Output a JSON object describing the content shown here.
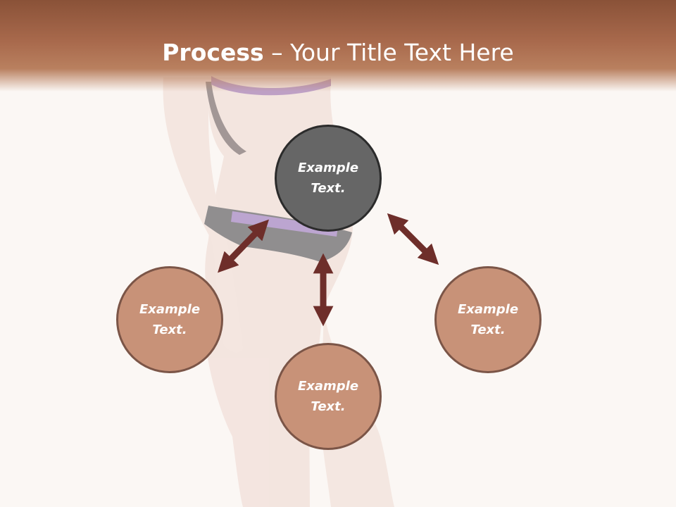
{
  "title": {
    "bold": "Process",
    "rest": " – Your Title Text Here"
  },
  "nodes": {
    "center": "Example Text.",
    "left": "Example Text.",
    "bottom": "Example Text.",
    "right": "Example Text."
  },
  "colors": {
    "header": "#a8694c",
    "center_fill": "#666666",
    "node_fill": "#c89278",
    "node_border": "#7b5547",
    "arrow": "#6e2e2a"
  }
}
